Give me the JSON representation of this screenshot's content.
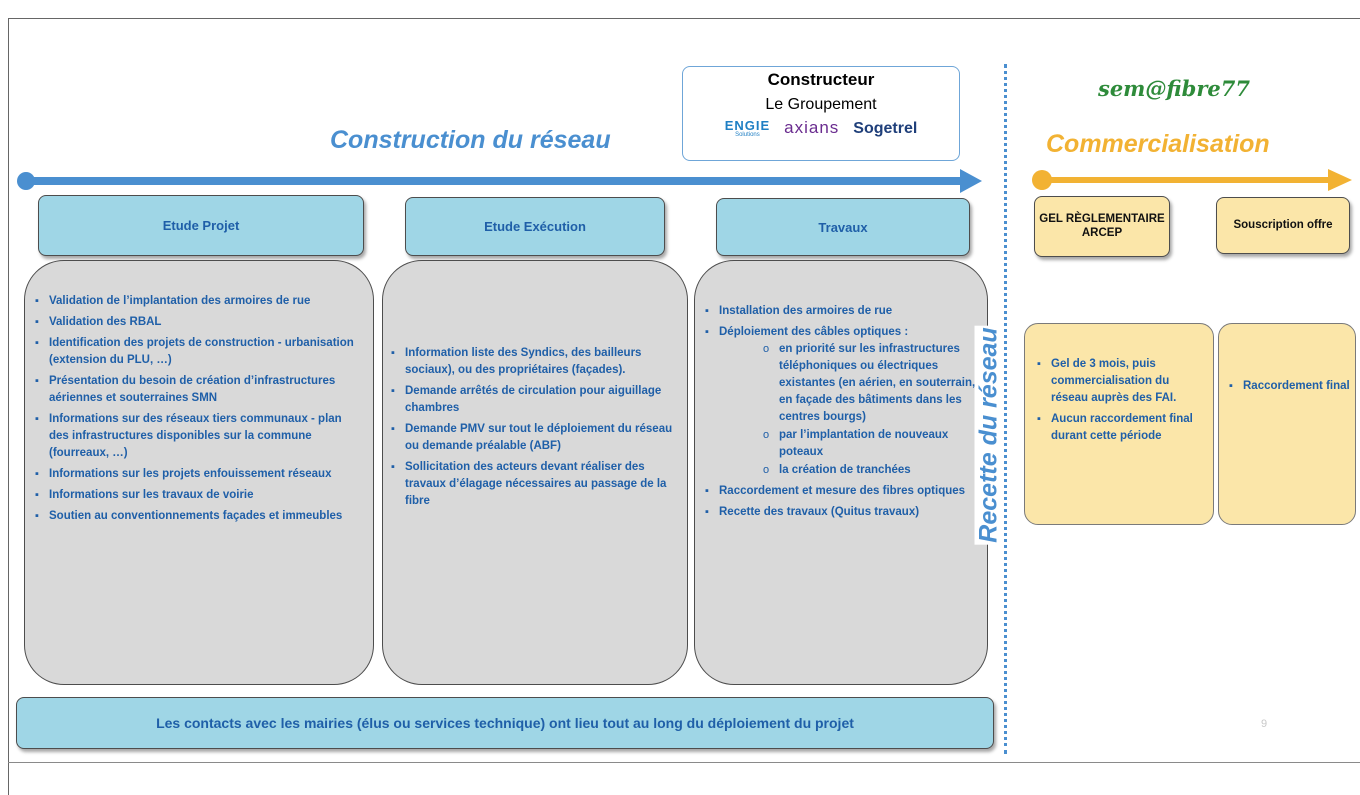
{
  "colors": {
    "blue_title": "#4a8fd0",
    "orange_title": "#f2b233",
    "arrow_blue": "#4a8fd0",
    "arrow_orange": "#f2b233",
    "box_blue": "#9fd6e6",
    "box_gray": "#d9d9d9",
    "box_yellow": "#fbe6a9",
    "text_blue": "#1f5fa8"
  },
  "construction": {
    "title": "Construction du réseau",
    "constructor": {
      "heading": "Constructeur",
      "subheading": "Le Groupement",
      "logo_engie": "ENGIE",
      "logo_engie_sub": "Solutions",
      "logo_axians": "axians",
      "logo_sogetrel": "Sogetrel"
    },
    "phases": [
      {
        "label": "Etude Projet",
        "items": [
          "Validation de l’implantation des armoires de rue",
          "Validation des RBAL",
          "Identification des projets de construction - urbanisation (extension du PLU, …)",
          "Présentation du besoin de création d’infrastructures aériennes et souterraines SMN",
          "Informations sur des réseaux tiers communaux - plan des infrastructures disponibles sur la commune (fourreaux, …)",
          "Informations sur les projets enfouissement réseaux",
          "Informations sur les travaux de voirie",
          "Soutien au conventionnements façades et immeubles"
        ]
      },
      {
        "label": "Etude Exécution",
        "items": [
          "Information liste des Syndics, des bailleurs sociaux), ou des propriétaires (façades).",
          "Demande arrêtés de circulation pour aiguillage chambres",
          "Demande PMV sur tout le déploiement du réseau ou demande préalable (ABF)",
          "Sollicitation des acteurs devant réaliser des travaux d’élagage nécessaires au passage de la fibre"
        ]
      },
      {
        "label": "Travaux",
        "item1": "Installation des armoires de rue",
        "item2": "Déploiement des câbles optiques :",
        "sub": [
          "en priorité sur les infrastructures téléphoniques ou électriques existantes (en aérien, en souterrain, en façade des bâtiments dans les centres bourgs)",
          "par l’implantation de nouveaux poteaux",
          "la création de tranchées"
        ],
        "item3": "Raccordement et mesure des fibres optiques",
        "item4": "Recette des travaux (Quitus travaux)"
      }
    ],
    "footer": "Les contacts avec les mairies (élus ou services technique) ont lieu tout au long du déploiement du projet"
  },
  "recette_label": "Recette du réseau",
  "commercial": {
    "logo": "sem@fibre77",
    "title": "Commercialisation",
    "phases": [
      {
        "label": "GEL RÈGLEMENTAIRE ARCEP",
        "items": [
          "Gel de 3 mois, puis commercialisation du réseau auprès des FAI.",
          "Aucun raccordement final durant cette période"
        ]
      },
      {
        "label": "Souscription offre",
        "items": [
          "Raccordement final"
        ]
      }
    ]
  },
  "page_number": "9"
}
